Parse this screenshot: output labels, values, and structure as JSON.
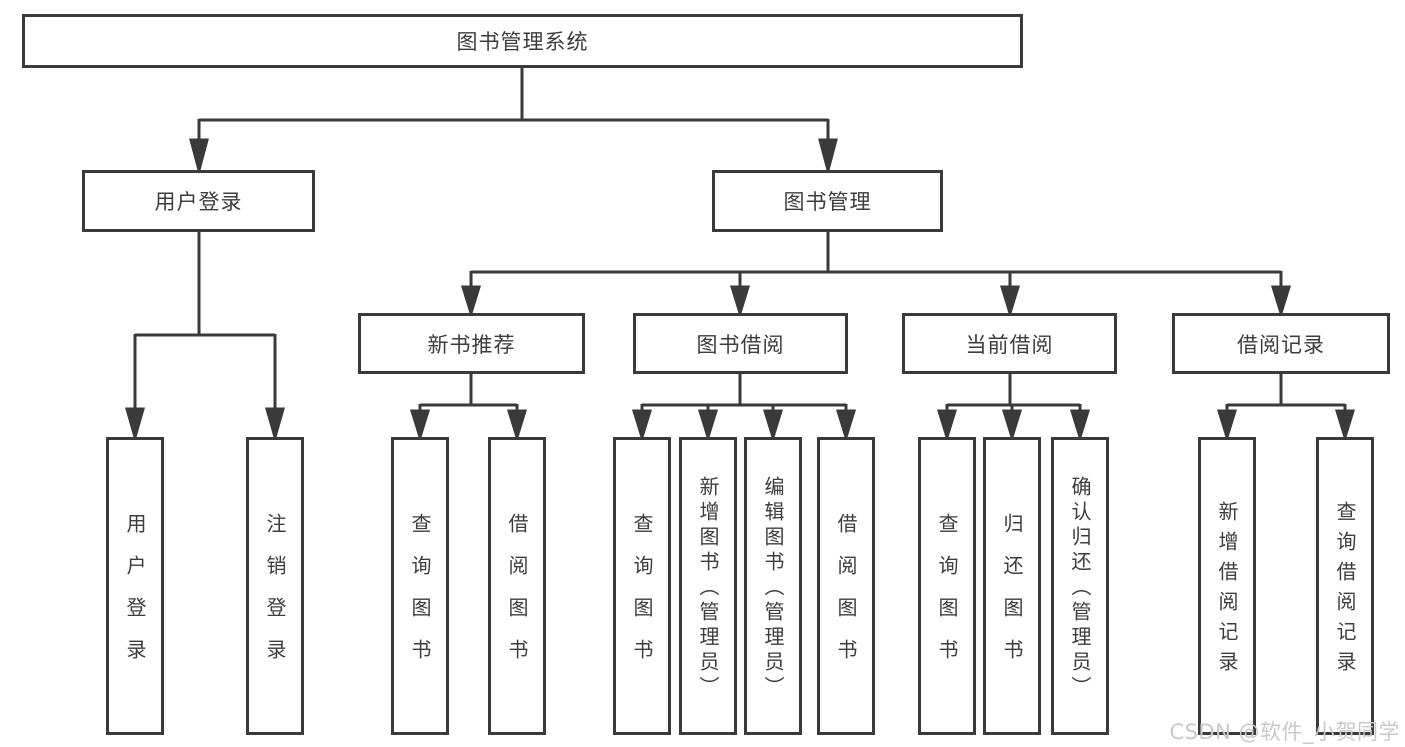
{
  "diagram": {
    "title": "图书管理系统",
    "root": {
      "label": "图书管理系统"
    },
    "level1": [
      {
        "label": "用户登录"
      },
      {
        "label": "图书管理"
      }
    ],
    "level2": [
      {
        "label": "新书推荐",
        "parent": "图书管理"
      },
      {
        "label": "图书借阅",
        "parent": "图书管理"
      },
      {
        "label": "当前借阅",
        "parent": "图书管理"
      },
      {
        "label": "借阅记录",
        "parent": "图书管理"
      }
    ],
    "leaves": [
      {
        "label": "用户登录",
        "parent": "用户登录"
      },
      {
        "label": "注销登录",
        "parent": "用户登录"
      },
      {
        "label": "查询图书",
        "parent": "新书推荐"
      },
      {
        "label": "借阅图书",
        "parent": "新书推荐"
      },
      {
        "label": "查询图书",
        "parent": "图书借阅"
      },
      {
        "label": "新增图书（管理员）",
        "parent": "图书借阅"
      },
      {
        "label": "编辑图书（管理员）",
        "parent": "图书借阅"
      },
      {
        "label": "借阅图书",
        "parent": "图书借阅"
      },
      {
        "label": "查询图书",
        "parent": "当前借阅"
      },
      {
        "label": "归还图书",
        "parent": "当前借阅"
      },
      {
        "label": "确认归还（管理员）",
        "parent": "当前借阅"
      },
      {
        "label": "新增借阅记录",
        "parent": "借阅记录"
      },
      {
        "label": "查询借阅记录",
        "parent": "借阅记录"
      }
    ]
  },
  "watermark": {
    "text": "CSDN @软件_小贺同学"
  },
  "colors": {
    "line": "#3a3a3a",
    "border": "#3a3a3a",
    "text": "#3d3d3d",
    "background": "#ffffff",
    "watermark": "#c9c9c9"
  }
}
